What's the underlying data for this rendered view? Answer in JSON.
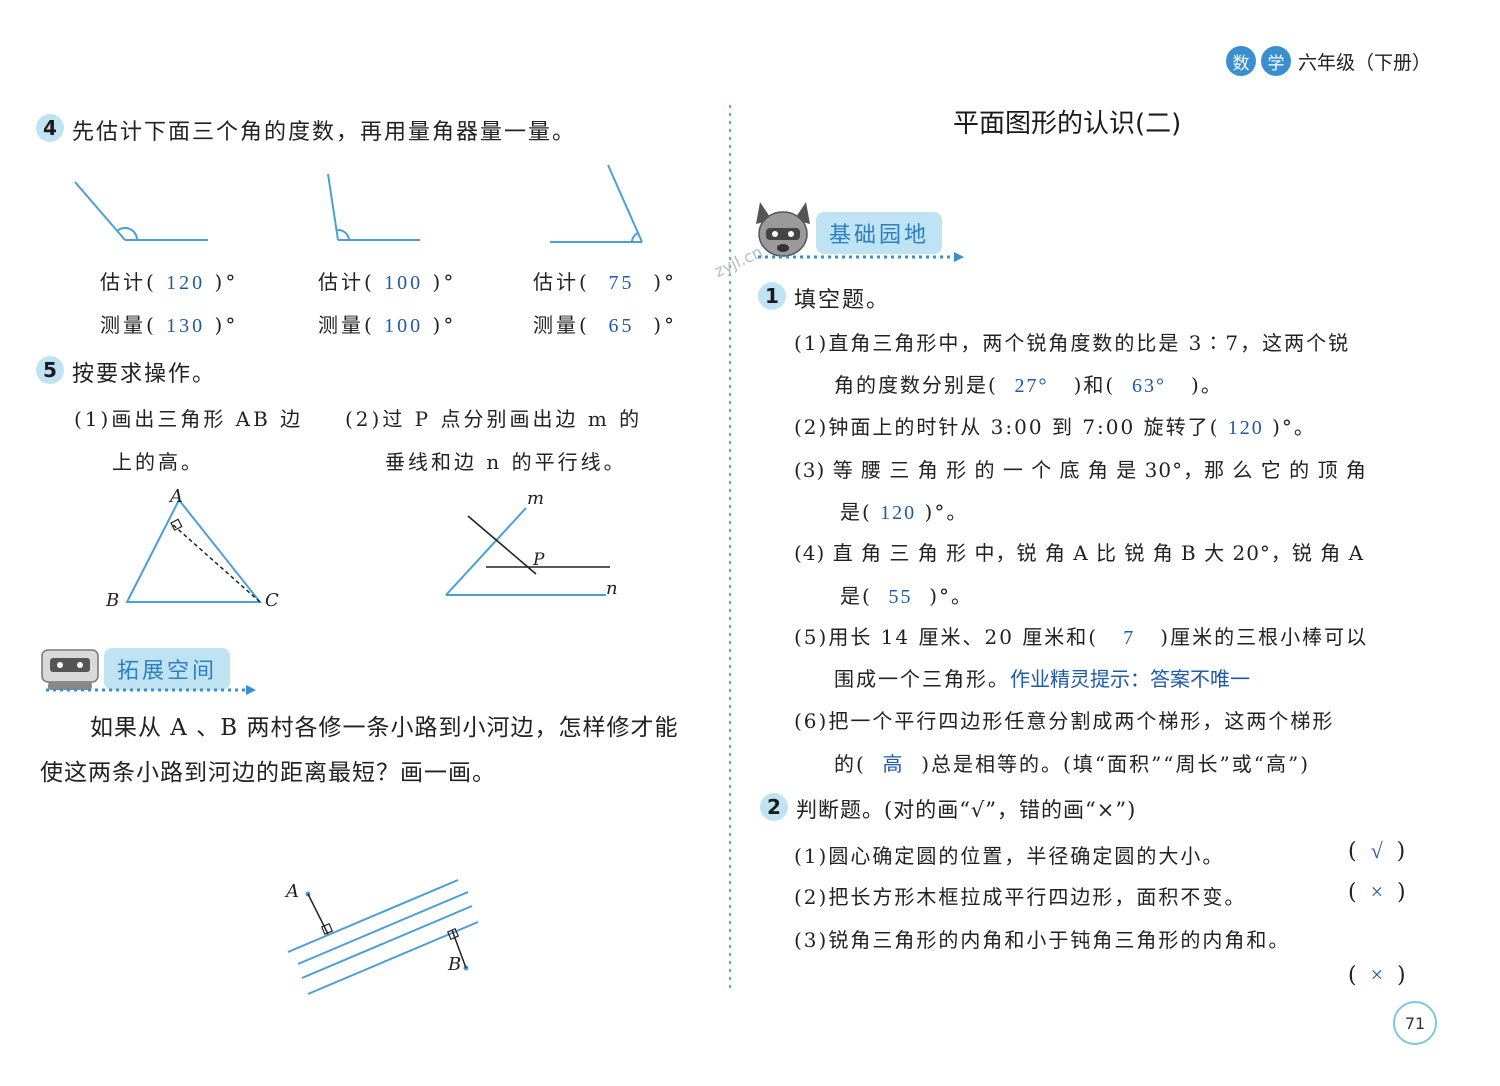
{
  "header": {
    "subject_char1": "数",
    "subject_char2": "学",
    "grade": "六年级（下册）"
  },
  "left": {
    "q4": {
      "number": "4",
      "text": "先估计下面三个角的度数，再用量角器量一量。",
      "angles": [
        {
          "estimate_label": "估计",
          "estimate": "120",
          "measure_label": "测量",
          "measure": "130"
        },
        {
          "estimate_label": "估计",
          "estimate": "100",
          "measure_label": "测量",
          "measure": "100"
        },
        {
          "estimate_label": "估计",
          "estimate": "75",
          "measure_label": "测量",
          "measure": "65"
        }
      ]
    },
    "q5": {
      "number": "5",
      "text": "按要求操作。",
      "part1_line1": "(1)画出三角形 AB 边",
      "part1_line2": "上的高。",
      "part2_line1": "(2)过 P 点分别画出边 m 的",
      "part2_line2": "垂线和边 n 的平行线。",
      "triangle_labels": {
        "a": "A",
        "b": "B",
        "c": "C"
      },
      "line_labels": {
        "m": "m",
        "p": "P",
        "n": "n"
      }
    },
    "extension": {
      "banner": "拓展空间",
      "text_line1": "如果从 A 、B 两村各修一条小路到小河边，怎样修才能",
      "text_line2": "使这两条小路到河边的距离最短？画一画。",
      "labels": {
        "a": "A",
        "b": "B"
      }
    }
  },
  "right": {
    "title": "平面图形的认识(二)",
    "banner": "基础园地",
    "watermark": "zyjl.cn",
    "q1": {
      "number": "1",
      "text": "填空题。",
      "items": [
        {
          "line1": "(1)直角三角形中，两个锐角度数的比是 3∶7，这两个锐",
          "line2_a": "角的度数分别是(",
          "ans1": "27°",
          "line2_b": ")和(",
          "ans2": "63°",
          "line2_c": ")。"
        },
        {
          "line1_a": "(2)钟面上的时针从 3:00 到 7:00 旋转了(",
          "ans": "120",
          "line1_b": ")°。"
        },
        {
          "line1": "(3) 等 腰 三 角 形 的 一 个 底 角 是 30°，那 么 它 的 顶 角",
          "line2_a": "是(",
          "ans": "120",
          "line2_b": ")°。"
        },
        {
          "line1": "(4) 直 角 三 角 形 中，锐 角  A  比 锐 角  B  大  20°，锐 角  A",
          "line2_a": "是(",
          "ans": "55",
          "line2_b": ")°。"
        },
        {
          "line1_a": "(5)用长 14 厘米、20 厘米和(",
          "ans": "7",
          "line1_b": ")厘米的三根小棒可以",
          "line2": "围成一个三角形。",
          "hint": "作业精灵提示：答案不唯一"
        },
        {
          "line1": "(6)把一个平行四边形任意分割成两个梯形，这两个梯形",
          "line2_a": "的(",
          "ans": "高",
          "line2_b": ")总是相等的。(填“面积”“周长”或“高”)"
        }
      ]
    },
    "q2": {
      "number": "2",
      "text": "判断题。(对的画“√”，错的画“×”)",
      "items": [
        {
          "text": "(1)圆心确定圆的位置，半径确定圆的大小。",
          "mark": "√"
        },
        {
          "text": "(2)把长方形木框拉成平行四边形，面积不变。",
          "mark": "×"
        },
        {
          "text": "(3)锐角三角形的内角和小于钝角三角形的内角和。",
          "mark": "×"
        }
      ]
    }
  },
  "page_number": "71",
  "colors": {
    "answer": "#1e5aa8",
    "accent": "#3a8fd0",
    "light_blue": "#bfe3f2",
    "line": "#4a9fd8"
  }
}
